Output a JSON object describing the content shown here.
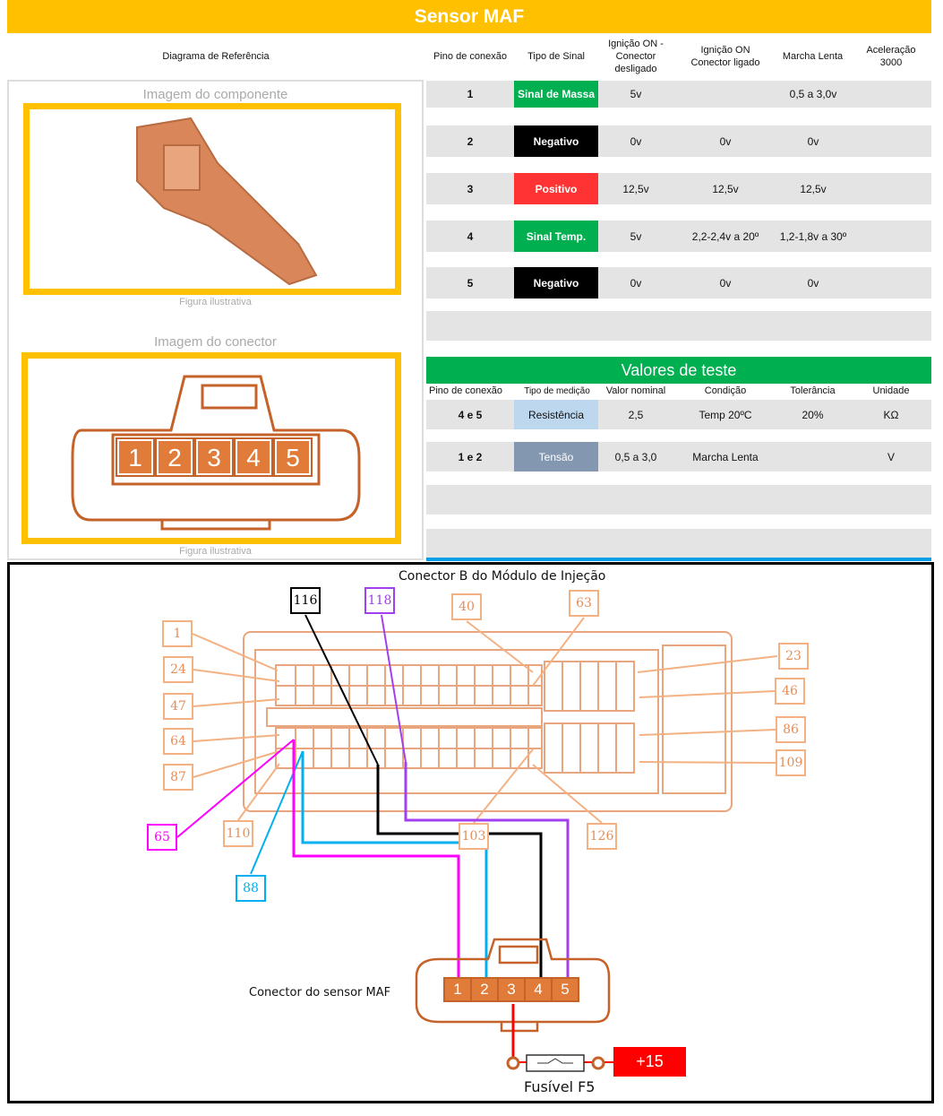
{
  "title": "Sensor MAF",
  "header": {
    "ref": "Diagrama de Referência",
    "pin": "Pino de conexão",
    "signal": "Tipo de Sinal",
    "ign_off": "Ignição ON - Conector desligado",
    "ign_on": "Ignição ON Conector ligado",
    "idle": "Marcha Lenta",
    "accel": "Aceleração 3000"
  },
  "left": {
    "component_caption": "Imagem do componente",
    "component_fig": "Figura ilustrativa",
    "connector_caption": "Imagem do conector",
    "connector_fig": "Figura ilustrativa",
    "connector_pins": [
      "1",
      "2",
      "3",
      "4",
      "5"
    ]
  },
  "rows": [
    {
      "pin": "1",
      "signal": "Sinal de Massa",
      "color": "#00B050",
      "ign_off": "5v",
      "ign_on": "",
      "idle": "0,5 a 3,0v",
      "accel": ""
    },
    {
      "pin": "2",
      "signal": "Negativo",
      "color": "#000000",
      "ign_off": "0v",
      "ign_on": "0v",
      "idle": "0v",
      "accel": ""
    },
    {
      "pin": "3",
      "signal": "Positivo",
      "color": "#FF3333",
      "ign_off": "12,5v",
      "ign_on": "12,5v",
      "idle": "12,5v",
      "accel": ""
    },
    {
      "pin": "4",
      "signal": "Sinal Temp.",
      "color": "#00B050",
      "ign_off": "5v",
      "ign_on": "2,2-2,4v a 20º",
      "idle": "1,2-1,8v a 30º",
      "accel": ""
    },
    {
      "pin": "5",
      "signal": "Negativo",
      "color": "#000000",
      "ign_off": "0v",
      "ign_on": "0v",
      "idle": "0v",
      "accel": ""
    }
  ],
  "tests": {
    "title": "Valores de teste",
    "headers": [
      "Pino de conexão",
      "Tipo de medição",
      "Valor nominal",
      "Condição",
      "Tolerância",
      "Unidade"
    ],
    "rows": [
      {
        "pin": "4 e 5",
        "type": "Resistência",
        "color": "#BDD7EE",
        "nominal": "2,5",
        "condition": "Temp 20ºC",
        "tolerance": "20%",
        "unit": "KΩ"
      },
      {
        "pin": "1 e 2",
        "type": "Tensão",
        "color": "#8497B0",
        "nominal": "0,5 a 3,0",
        "condition": "Marcha Lenta",
        "tolerance": "",
        "unit": "V"
      }
    ]
  },
  "diagram": {
    "module_title": "Conector B do Módulo de Injeção",
    "sensor_label": "Conector do sensor MAF",
    "fuse_label": "Fusível F5",
    "supply": "+15",
    "pins": {
      "p116": "116",
      "p118": "118",
      "p40": "40",
      "p63": "63",
      "p1": "1",
      "p24": "24",
      "p47": "47",
      "p64": "64",
      "p87": "87",
      "p23": "23",
      "p46": "46",
      "p86": "86",
      "p109": "109",
      "p65": "65",
      "p110": "110",
      "p88": "88",
      "p103": "103",
      "p126": "126"
    },
    "sensor_pins": [
      "1",
      "2",
      "3",
      "4",
      "5"
    ]
  }
}
